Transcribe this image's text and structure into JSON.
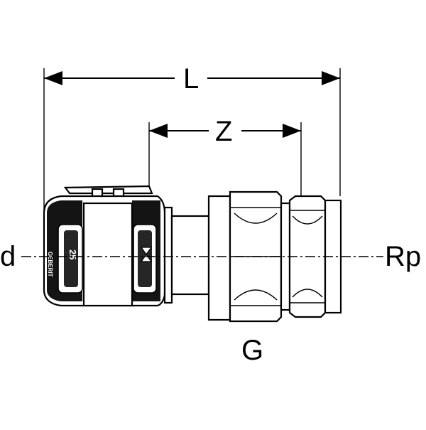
{
  "dimensions": {
    "L": "L",
    "Z": "Z"
  },
  "labels": {
    "left_end": "d",
    "right_end": "Rp",
    "thread": "G"
  },
  "markings": {
    "size": "25",
    "brand": "GEBERIT"
  }
}
